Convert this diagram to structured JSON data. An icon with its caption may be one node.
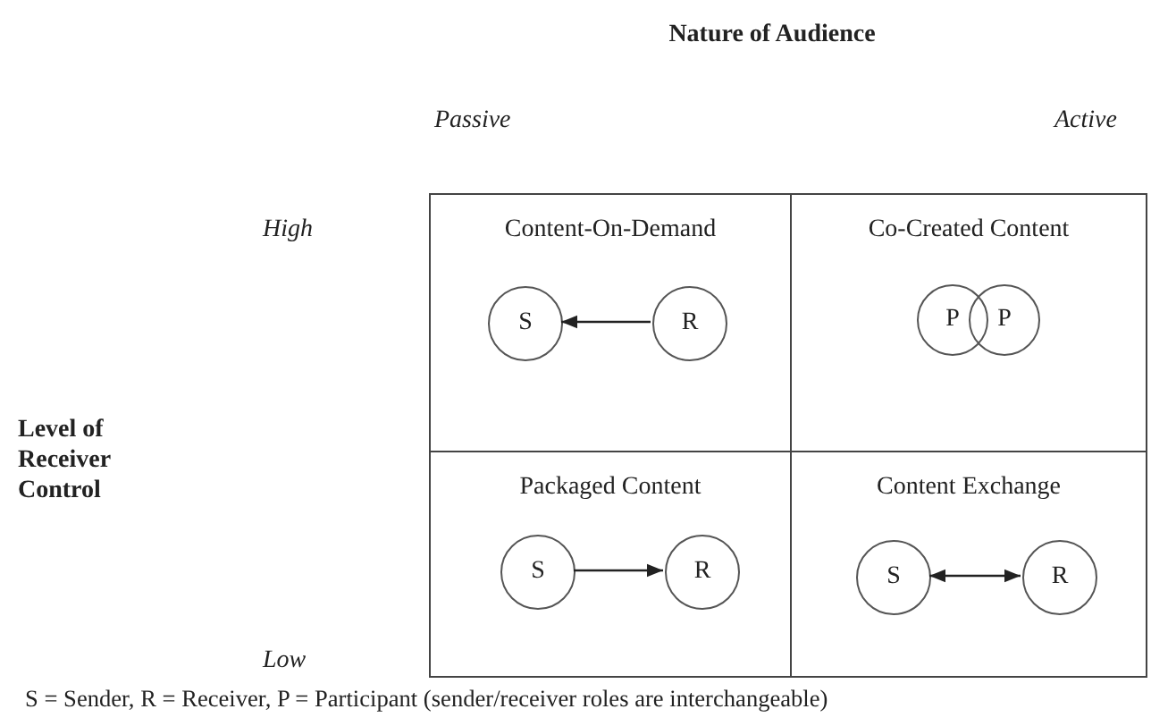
{
  "diagram": {
    "caption": "S = Sender, R = Receiver, P = Participant (sender/receiver roles are interchangeable)",
    "nodes": [
      {
        "text": [
          "Content-On-Demand"
        ]
      },
      {
        "text": [
          "S"
        ],
        "in": 0
      },
      {
        "text": [
          "R"
        ],
        "in": 0
      },
      {
        "text": [
          "Co-Created Content"
        ]
      },
      {
        "text": [
          "P"
        ],
        "in": 3
      },
      {
        "text": [
          "P"
        ],
        "in": 3
      },
      {
        "text": [
          "Packaged Content"
        ]
      },
      {
        "text": [
          "S"
        ],
        "in": 6
      },
      {
        "text": [
          "R"
        ],
        "in": 6
      },
      {
        "text": [
          "Content Exchange"
        ]
      },
      {
        "text": [
          "S"
        ],
        "in": 9
      },
      {
        "text": [
          "R"
        ],
        "in": 9
      }
    ],
    "edges": [
      {
        "from": 2,
        "to": 1,
        "arrow": "to"
      },
      {
        "from": 7,
        "to": 8,
        "arrow": "to"
      },
      {
        "from": 10,
        "to": 11,
        "arrow": "both"
      }
    ],
    "labels": [
      "Nature of Audience",
      "Passive",
      "Active",
      "High",
      "Level of Receiver Control",
      "Low"
    ]
  }
}
